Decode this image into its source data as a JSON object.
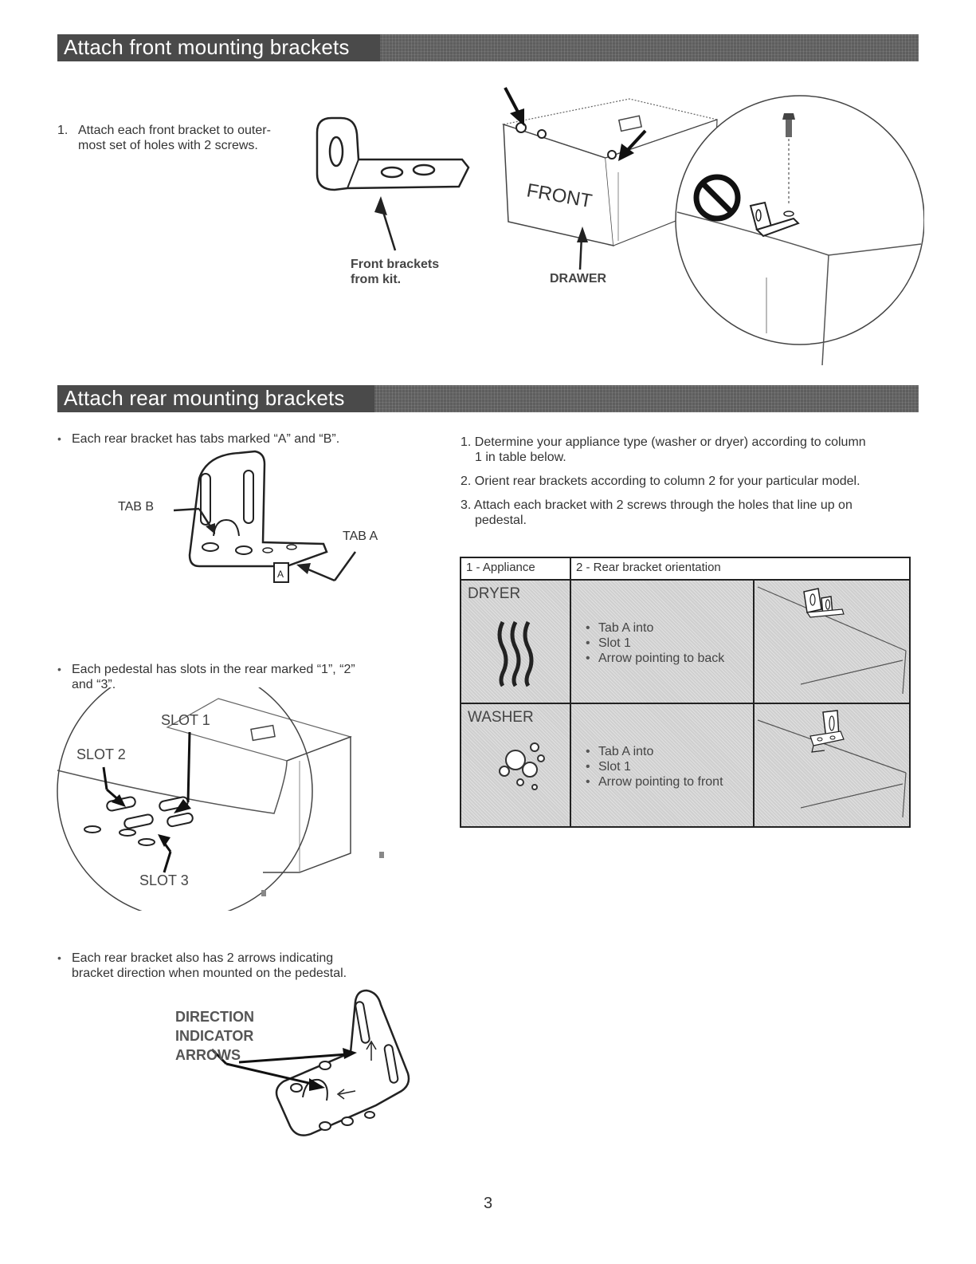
{
  "front_section": {
    "title": "Attach front mounting brackets",
    "step1_num": "1.",
    "step1_line1": "Attach each front bracket to outer-",
    "step1_line2": "most set of holes with 2 screws.",
    "front_brackets_line1": "Front brackets",
    "front_brackets_line2": "from kit.",
    "drawer_label": "DRAWER",
    "front_label": "FRONT"
  },
  "rear_section": {
    "title": "Attach rear mounting brackets",
    "bullet1": "Each rear bracket has tabs marked “A” and “B”.",
    "tab_b": "TAB B",
    "tab_a": "TAB A",
    "tab_a_mark": "A",
    "bullet2_line1": "Each pedestal has slots in the rear marked “1”, “2”",
    "bullet2_line2": "and “3”.",
    "slot1": "SLOT 1",
    "slot2": "SLOT 2",
    "slot3": "SLOT 3",
    "bullet3_line1": "Each rear bracket also has 2 arrows  indicating",
    "bullet3_line2": "bracket direction when mounted on the pedestal.",
    "direction_line1": "DIRECTION",
    "direction_line2": "INDICATOR",
    "direction_line3": "ARROWS"
  },
  "steps": {
    "s1_line1": "1. Determine your appliance type (washer or dryer) according to column",
    "s1_line2": "1 in table below.",
    "s2": "2. Orient rear brackets according to column 2 for your particular model.",
    "s3_line1": "3. Attach each bracket with 2 screws through the holes that line up on",
    "s3_line2": "pedestal."
  },
  "table": {
    "col1_header": "1 - Appliance",
    "col2_header": "2 - Rear bracket orientation",
    "rows": [
      {
        "appliance": "DRYER",
        "items": [
          "Tab A into",
          "Slot 1",
          "Arrow pointing to back"
        ]
      },
      {
        "appliance": "WASHER",
        "items": [
          "Tab A into",
          "Slot 1",
          "Arrow pointing to front"
        ]
      }
    ]
  },
  "page_number": "3"
}
